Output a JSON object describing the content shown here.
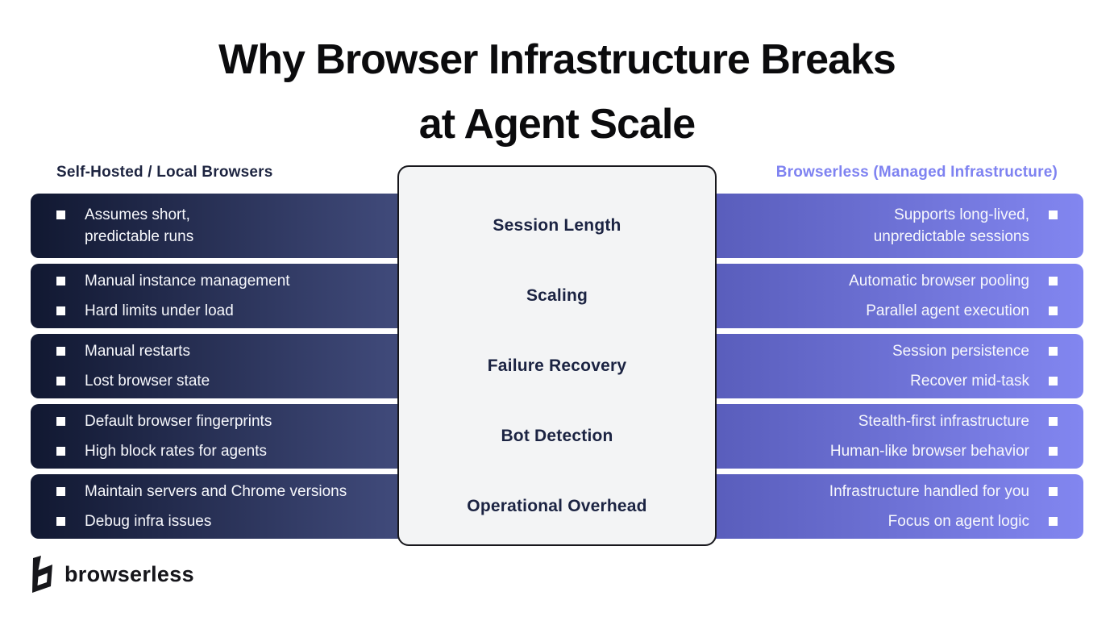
{
  "title": {
    "line1": "Why Browser Infrastructure Breaks",
    "line2": "at Agent Scale"
  },
  "columns": {
    "left_header": "Self-Hosted / Local Browsers",
    "right_header": "Browserless (Managed Infrastructure)"
  },
  "rows": [
    {
      "category": "Session Length",
      "left_items": [
        "Assumes short,\npredictable runs"
      ],
      "right_items": [
        "Supports long-lived,\nunpredictable sessions"
      ]
    },
    {
      "category": "Scaling",
      "left_items": [
        "Manual instance management",
        "Hard limits under load"
      ],
      "right_items": [
        "Automatic browser pooling",
        "Parallel agent execution"
      ]
    },
    {
      "category": "Failure Recovery",
      "left_items": [
        "Manual restarts",
        "Lost browser state"
      ],
      "right_items": [
        "Session persistence",
        "Recover mid-task"
      ]
    },
    {
      "category": "Bot Detection",
      "left_items": [
        "Default browser fingerprints",
        "High block rates for agents"
      ],
      "right_items": [
        "Stealth-first infrastructure",
        "Human-like browser behavior"
      ]
    },
    {
      "category": "Operational Overhead",
      "left_items": [
        "Maintain servers and Chrome versions",
        "Debug infra issues"
      ],
      "right_items": [
        "Infrastructure handled for you",
        "Focus on agent logic"
      ]
    }
  ],
  "footer": {
    "logo_text": "browserless"
  },
  "colors": {
    "background": "#ffffff",
    "title_text": "#0b0b0d",
    "left_header_text": "#1d2440",
    "right_header_text": "#7e82f1",
    "left_bar_gradient": [
      "#111831",
      "#414b7c"
    ],
    "right_bar_gradient": [
      "#595dbb",
      "#8286f0"
    ],
    "bar_text": "#f7f8fc",
    "card_background": "#f3f4f5",
    "card_border": "#17171c",
    "category_text": "#1b2342",
    "logo_text": "#15151a"
  }
}
